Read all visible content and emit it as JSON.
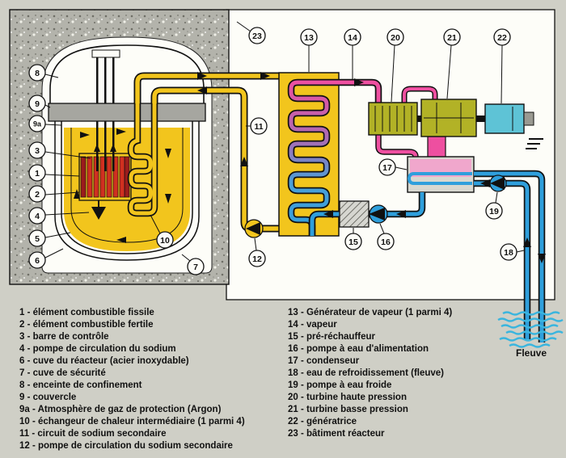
{
  "figure": {
    "river_label": "Fleuve"
  },
  "colors": {
    "background": "#cfcfc6",
    "concrete": "#b3b3ab",
    "sodium_yellow": "#f2c51d",
    "steam_pink": "#ee4fa0",
    "water_blue": "#2f9fdc",
    "turbine_olive": "#b2b226",
    "generator_cyan": "#5ec3d6",
    "fuel_red": "#d03020",
    "lid_grey": "#a6a6a0"
  },
  "markers": {
    "m1": "1",
    "m2": "2",
    "m3": "3",
    "m4": "4",
    "m5": "5",
    "m6": "6",
    "m7": "7",
    "m8": "8",
    "m9": "9",
    "m9a": "9a",
    "m10": "10",
    "m11": "11",
    "m12": "12",
    "m13": "13",
    "m14": "14",
    "m15": "15",
    "m16": "16",
    "m17": "17",
    "m18": "18",
    "m19": "19",
    "m20": "20",
    "m21": "21",
    "m22": "22",
    "m23": "23"
  },
  "legend": {
    "left": [
      "1 - élément combustible fissile",
      "2 - élément combustible fertile",
      "3 - barre de contrôle",
      "4 - pompe de circulation du sodium",
      "6 - cuve du réacteur (acier inoxydable)",
      "7 - cuve de sécurité",
      "8 - enceinte de confinement",
      "9 - couvercle",
      "9a - Atmosphère de gaz de protection (Argon)",
      "10 - échangeur de chaleur intermédiaire (1 parmi 4)",
      "11 - circuit de sodium secondaire",
      "12 - pompe de circulation du sodium secondaire"
    ],
    "right": [
      "13 - Générateur de vapeur (1 parmi 4)",
      "14 - vapeur",
      "15 - pré-réchauffeur",
      "16 - pompe à eau d'alimentation",
      "17 - condenseur",
      "18 - eau de refroidissement (fleuve)",
      "19 - pompe à eau froide",
      "20 - turbine haute pression",
      "21 - turbine basse pression",
      "22 - génératrice",
      "23 - bâtiment réacteur"
    ]
  }
}
